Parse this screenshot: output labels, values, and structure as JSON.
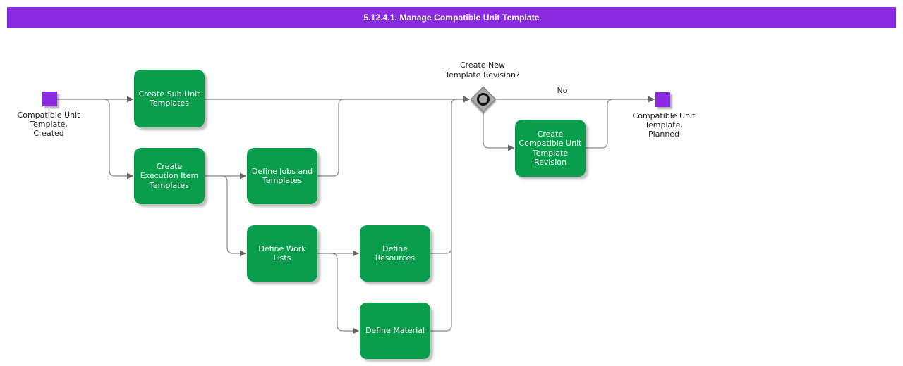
{
  "header": {
    "title": "5.12.4.1. Manage Compatible Unit Template"
  },
  "colors": {
    "header_bg": "#8A2BE2",
    "activity_green": "#089E4C",
    "event_purple": "#8A2BE2",
    "gateway_gray": "#A9A9A9",
    "line_gray": "#888888",
    "arrow_gray": "#666666"
  },
  "diagram": {
    "start": {
      "label": "Compatible Unit\nTemplate,\nCreated"
    },
    "end": {
      "label": "Compatible Unit\nTemplate,\nPlanned"
    },
    "activities": [
      {
        "id": "create-sub-unit-templates",
        "label": "Create Sub Unit\nTemplates"
      },
      {
        "id": "create-execution-item-templates",
        "label": "Create\nExecution Item\nTemplates"
      },
      {
        "id": "define-jobs-and-templates",
        "label": "Define Jobs and\nTemplates"
      },
      {
        "id": "define-work-lists",
        "label": "Define Work\nLists"
      },
      {
        "id": "define-resources",
        "label": "Define\nResources"
      },
      {
        "id": "define-material",
        "label": "Define Material"
      },
      {
        "id": "create-compatible-unit-template-revision",
        "label": "Create\nCompatible Unit\nTemplate\nRevision"
      }
    ],
    "decision": {
      "question": "Create New\nTemplate Revision?",
      "no_label": "No"
    }
  }
}
